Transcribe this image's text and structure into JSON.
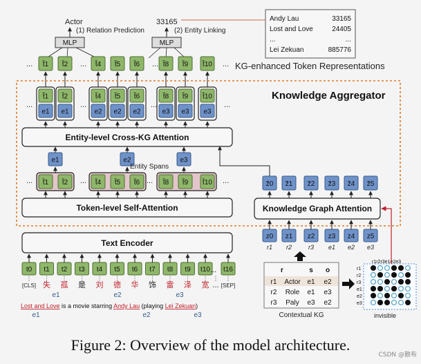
{
  "figure": {
    "caption": "Figure 2: Overview of the model architecture.",
    "watermark": "CSDN @散布"
  },
  "top": {
    "actor_label": "Actor",
    "relation_prediction": "(1) Relation Prediction",
    "entity_id": "33165",
    "entity_linking": "(2) Entity Linking",
    "mlp_label": "MLP",
    "kg_token_repr_label": "KG-enhanced Token Representations",
    "ellipsis": "...",
    "lookup_table": [
      {
        "name": "Andy Lau",
        "id": "33165"
      },
      {
        "name": "Lost and Love",
        "id": "24405"
      },
      {
        "name": "...",
        "id": "..."
      },
      {
        "name": "Lei Zekuan",
        "id": "885776"
      }
    ]
  },
  "tokens": {
    "output": [
      "t̃1",
      "t̃2",
      "t̃4",
      "t̃5",
      "t̃6",
      "t̃8",
      "t̃9",
      "t̃10"
    ],
    "aggregator_tokens": [
      "t̃1",
      "t̃2",
      "t̃4",
      "t̃5",
      "t̃6",
      "t̃8",
      "t̃9",
      "t̃10"
    ],
    "aggregator_entities": [
      "e1",
      "e1",
      "e2",
      "e2",
      "e2",
      "e3",
      "e3",
      "e3"
    ],
    "entity_nodes": [
      "e1",
      "e2",
      "e3"
    ],
    "span_tokens": [
      "t̃1",
      "t̃2",
      "t̃4",
      "t̃5",
      "t̃6",
      "t̃8",
      "t̃9",
      "t̃10"
    ],
    "input": [
      "t0",
      "t1",
      "t2",
      "t3",
      "t4",
      "t5",
      "t6",
      "t7",
      "t8",
      "t9",
      "t10",
      "...",
      "t16"
    ],
    "chars": [
      "[CLS]",
      "失",
      "孤",
      "是",
      "刘",
      "德",
      "华",
      "饰",
      "雷",
      "泽",
      "宽",
      "...",
      "[SEP]"
    ],
    "entity_tags": [
      "e1",
      "e2",
      "e3"
    ]
  },
  "modules": {
    "knowledge_aggregator": "Knowledge Aggregator",
    "cross_kg_attention": "Entity-level Cross-KG Attention",
    "entity_spans": "Entity Spans",
    "self_attention": "Token-level Self-Attention",
    "text_encoder": "Text Encoder",
    "kg_attention": "Knowledge Graph Attention"
  },
  "kg": {
    "z_hat": [
      "z̃0",
      "z̃1",
      "z̃2",
      "z̃3",
      "z̃4",
      "z̃5"
    ],
    "z": [
      "z0",
      "z1",
      "z2",
      "z3",
      "z4",
      "z5"
    ],
    "z_sub": [
      "r1",
      "r2",
      "r3",
      "e1",
      "e2",
      "e3"
    ],
    "contextual_kg_label": "Contextual KG",
    "table_header": [
      "r",
      "s",
      "o"
    ],
    "table_rows": [
      [
        "r1",
        "Actor",
        "e1",
        "e2"
      ],
      [
        "r2",
        "Role",
        "e1",
        "e3"
      ],
      [
        "r3",
        "Paly",
        "e3",
        "e2"
      ]
    ],
    "matrix_col_labels": "r1r2r3e1e2e3",
    "matrix_row_labels": [
      "r1",
      "r2",
      "r3",
      "e1",
      "e2",
      "e3"
    ],
    "invisible_label": "invisible"
  },
  "sentence": {
    "parts": [
      "Lost and Love",
      " is a movie starring ",
      "Andy Lau",
      " (playing ",
      "Lei Zekuan",
      ")"
    ],
    "tags": [
      "e1",
      "e2",
      "e3"
    ]
  },
  "colors": {
    "token_green": "#8fb76a",
    "token_green_stroke": "#4e6e32",
    "entity_blue": "#6f92c8",
    "entity_blue_stroke": "#365a8c",
    "span_pink": "#e3c6cb",
    "dashed_orange": "#e07a24",
    "red": "#c0202a"
  }
}
